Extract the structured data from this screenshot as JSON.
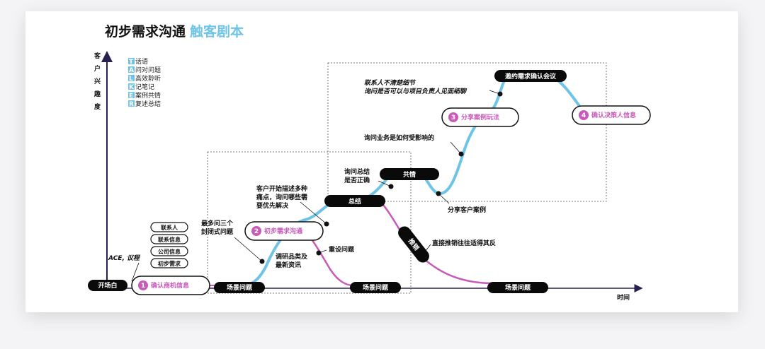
{
  "title": {
    "main": "初步需求沟通",
    "accent": "触客剧本"
  },
  "axis": {
    "y_label": [
      "客",
      "户",
      "兴",
      "趣",
      "度"
    ],
    "x_label": "时间"
  },
  "legend": [
    {
      "key": "T",
      "text": "话语"
    },
    {
      "key": "A",
      "text": "问对问题"
    },
    {
      "key": "L",
      "text": "高效聆听"
    },
    {
      "key": "K",
      "text": "记笔记"
    },
    {
      "key": "E",
      "text": "案例共情"
    },
    {
      "key": "R",
      "text": "复述总结"
    }
  ],
  "stages": [
    {
      "num": "1",
      "label": "确认商机信息"
    },
    {
      "num": "2",
      "label": "初步需求沟通"
    },
    {
      "num": "3",
      "label": "分享案例玩法"
    },
    {
      "num": "4",
      "label": "确认决策人信息"
    }
  ],
  "black_pills": {
    "opening": "开场白",
    "scene1": "场景问题",
    "scene2": "场景问题",
    "scene3": "场景问题",
    "summary": "总结",
    "empathy": "共情",
    "invite": "邀约需求确认会议",
    "push_sale": "推销"
  },
  "checklist": [
    "联系人",
    "联系信息",
    "公司信息",
    "初步需求"
  ],
  "annotations": {
    "ace": "ACE, 议程",
    "closed_q": [
      "最多问三个",
      "封闭式问题"
    ],
    "pain": [
      "客户开始描述多种",
      "痛点，询问哪些需",
      "要优先解决"
    ],
    "research": [
      "调研品类及",
      "最新资讯"
    ],
    "reset_q": "重设问题",
    "ask_summary": [
      "询问总结",
      "是否正确"
    ],
    "ask_business": "询问业务是如何受影响的",
    "share_case": "分享客户案例",
    "contact_unclear": [
      "联系人不清楚细节",
      "询问是否可以与项目负责人见面细聊"
    ],
    "direct_push": "直接推销往往适得其反"
  },
  "colors": {
    "blue": "#6ec3e6",
    "pink": "#c85ab8",
    "black": "#0a0a0a",
    "axis": "#2a2050"
  }
}
